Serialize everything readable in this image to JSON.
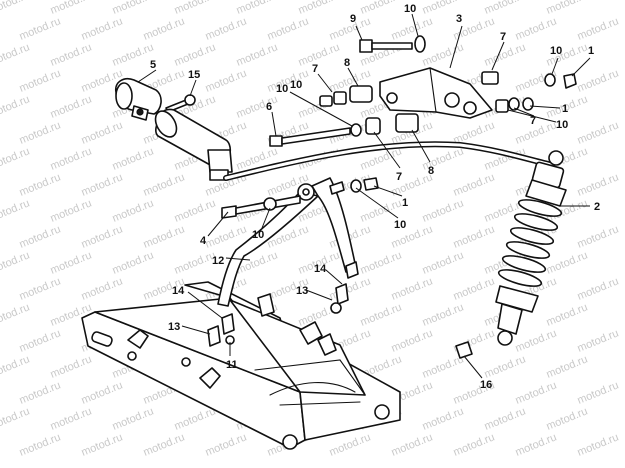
{
  "watermark": {
    "text": "motod.ru",
    "color": "#c9c9c9"
  },
  "line_color": "#111111",
  "callouts": [
    {
      "id": "c9",
      "label": "9"
    },
    {
      "id": "c10a",
      "label": "10"
    },
    {
      "id": "c3",
      "label": "3"
    },
    {
      "id": "c7a",
      "label": "7"
    },
    {
      "id": "c10b",
      "label": "10"
    },
    {
      "id": "c1a",
      "label": "1"
    },
    {
      "id": "c5",
      "label": "5"
    },
    {
      "id": "c15",
      "label": "15"
    },
    {
      "id": "c7b",
      "label": "7"
    },
    {
      "id": "c8a",
      "label": "8"
    },
    {
      "id": "c1b",
      "label": "1"
    },
    {
      "id": "c10c",
      "label": "10"
    },
    {
      "id": "c7c",
      "label": "7"
    },
    {
      "id": "c10d",
      "label": "10"
    },
    {
      "id": "c6",
      "label": "6"
    },
    {
      "id": "c10e",
      "label": "10"
    },
    {
      "id": "c7d",
      "label": "7"
    },
    {
      "id": "c8b",
      "label": "8"
    },
    {
      "id": "c2",
      "label": "2"
    },
    {
      "id": "c1c",
      "label": "1"
    },
    {
      "id": "c10f",
      "label": "10"
    },
    {
      "id": "c4",
      "label": "4"
    },
    {
      "id": "c10g",
      "label": "10"
    },
    {
      "id": "c12",
      "label": "12"
    },
    {
      "id": "c14a",
      "label": "14"
    },
    {
      "id": "c14b",
      "label": "14"
    },
    {
      "id": "c13a",
      "label": "13"
    },
    {
      "id": "c13b",
      "label": "13"
    },
    {
      "id": "c11",
      "label": "11"
    },
    {
      "id": "c16",
      "label": "16"
    }
  ]
}
